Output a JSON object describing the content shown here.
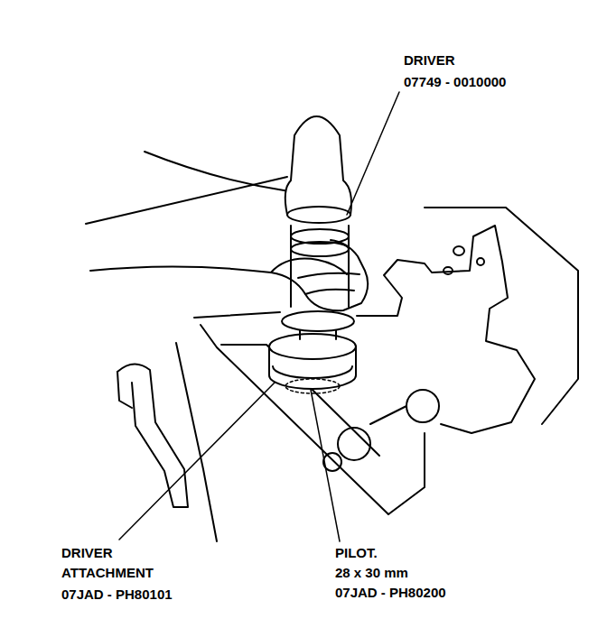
{
  "diagram": {
    "labels": [
      "DRIVER",
      "07749 - 0010000",
      "DRIVER ATTACHMENT",
      "07JAD - PH80101",
      "PILOT.",
      "28 x 30 mm",
      "07JAD - PH80200"
    ]
  }
}
